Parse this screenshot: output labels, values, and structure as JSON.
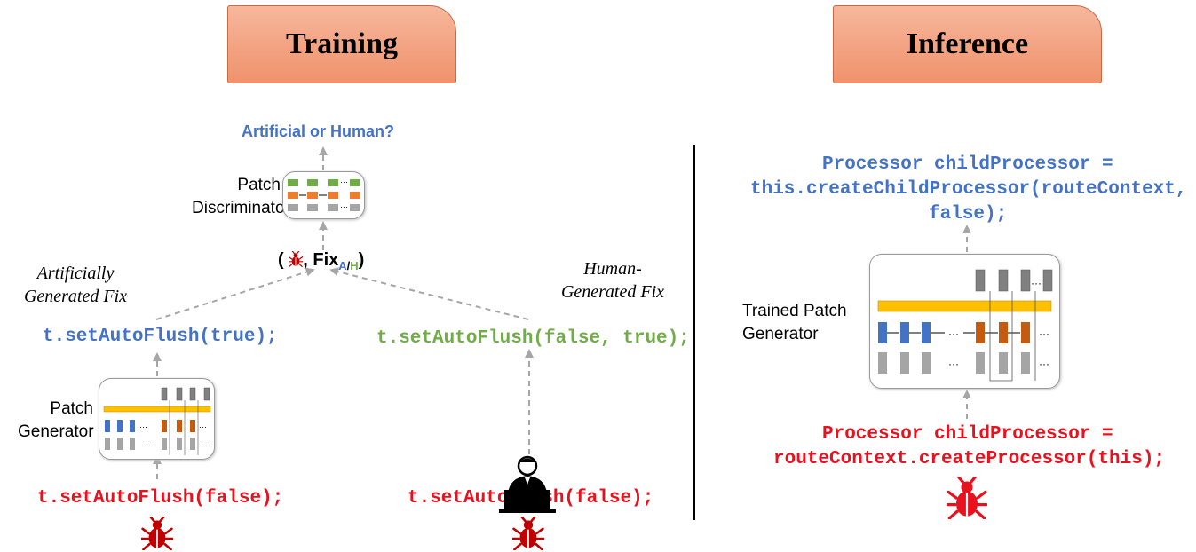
{
  "headers": {
    "training": "Training",
    "inference": "Inference"
  },
  "training": {
    "discriminator_output": "Artificial or Human?",
    "discriminator_label": "Patch\nDiscriminator",
    "tuple_open": "(",
    "tuple_fix": ", Fix",
    "tuple_sub_a": "A",
    "tuple_sub_slash": "/",
    "tuple_sub_h": "H",
    "tuple_close": ")",
    "artificial_fix_label": "Artificially\nGenerated Fix",
    "human_fix_label": "Human-\nGenerated Fix",
    "artificial_fix_code": "t.setAutoFlush(true);",
    "human_fix_code": "t.setAutoFlush(false, true);",
    "generator_label": "Patch\nGenerator",
    "buggy_code_left": "t.setAutoFlush(false);",
    "buggy_code_right": "t.setAutoFlush(false);"
  },
  "inference": {
    "output_code_line1": "Processor childProcessor =",
    "output_code_line2": "this.createChildProcessor(routeContext,",
    "output_code_line3": "false);",
    "generator_label": "Trained Patch\nGenerator",
    "input_code_line1": "Processor childProcessor =",
    "input_code_line2": "routeContext.createProcessor(this);"
  },
  "colors": {
    "header_fill": "#f4a582",
    "artificial": "#4472c4",
    "human": "#70ad47",
    "buggy": "#e8111e",
    "attention": "#ffc000"
  },
  "icons": [
    "bug-icon",
    "developer-laptop-icon"
  ]
}
